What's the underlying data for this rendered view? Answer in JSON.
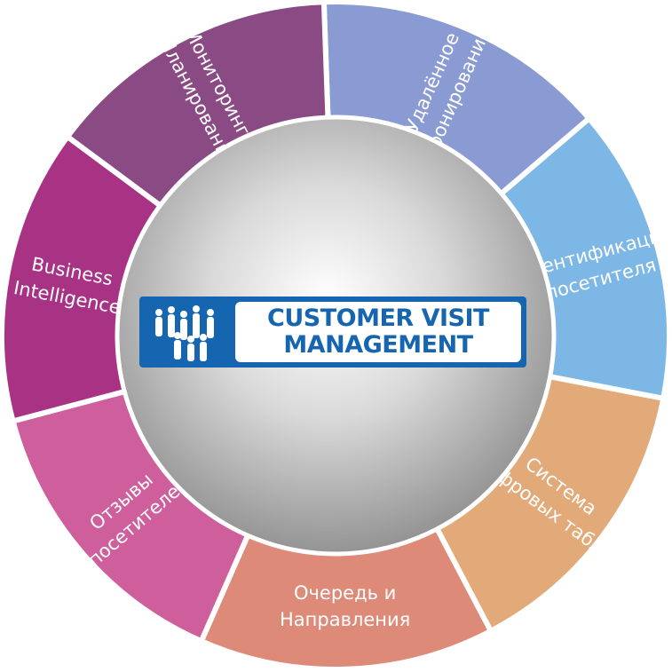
{
  "logo": {
    "line1": "CUSTOMER VISIT",
    "line2": "MANAGEMENT",
    "color": "#1665b0"
  },
  "segments": [
    {
      "id": "remote-booking",
      "lines": [
        "Удалённое",
        "бронирование"
      ],
      "color": "#8a9bd4"
    },
    {
      "id": "visitor-identification",
      "lines": [
        "Идентификация",
        "посетителя"
      ],
      "color": "#7db7e6"
    },
    {
      "id": "digital-signage",
      "lines": [
        "Система",
        "цифровых табло"
      ],
      "color": "#e2aa78"
    },
    {
      "id": "queue-routing",
      "lines": [
        "Очередь и",
        "Направления"
      ],
      "color": "#de8a78"
    },
    {
      "id": "visitor-feedback",
      "lines": [
        "Отзывы",
        "посетителей"
      ],
      "color": "#cf5f9c"
    },
    {
      "id": "business-intelligence",
      "lines": [
        "Business",
        "Intelligence"
      ],
      "color": "#a83384"
    },
    {
      "id": "monitoring-planning",
      "lines": [
        "Мониторинг и",
        "Планирование"
      ],
      "color": "#8a4a84"
    }
  ]
}
